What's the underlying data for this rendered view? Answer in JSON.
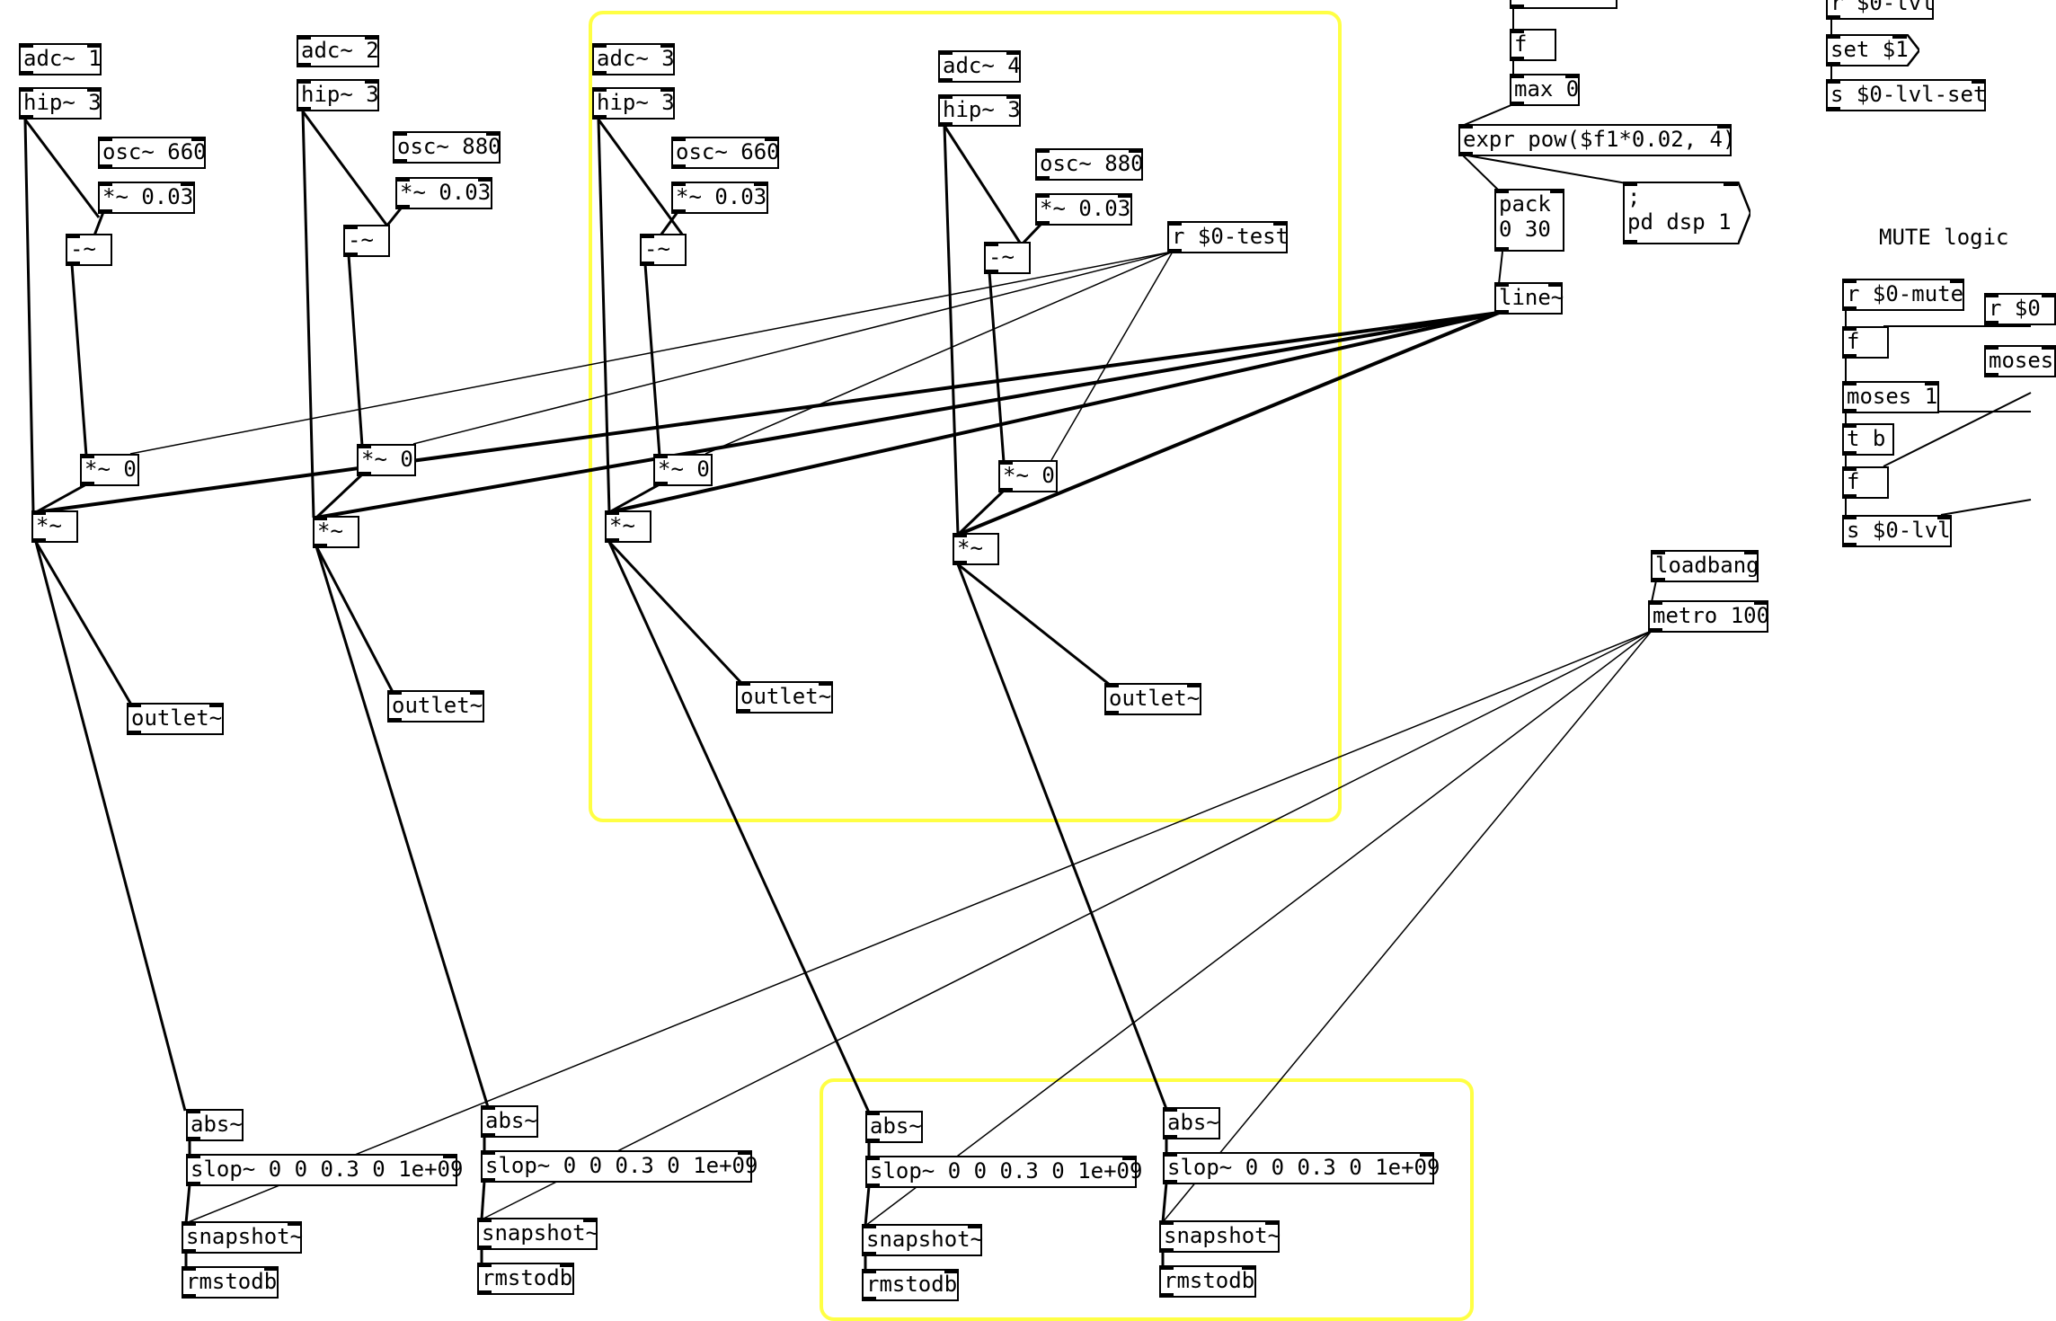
{
  "patch": {
    "highlight_color": "#ffff44",
    "wire_color": "#000000",
    "comments": {
      "mute_logic": "MUTE logic"
    },
    "objects": {
      "top_partial": "",
      "f_top": "f",
      "r_lvl": "r $0-lvl",
      "set1_msg": "set $1",
      "s_lvl_set": "s $0-lvl-set",
      "adc1": "adc~ 1",
      "hip1": "hip~ 3",
      "osc1": "osc~ 660",
      "mul_osc1": "*~ 0.03",
      "minus1": "-~",
      "mulgate1": "*~ 0",
      "mul1": "*~",
      "outlet1": "outlet~",
      "adc2": "adc~ 2",
      "hip2": "hip~ 3",
      "osc2": "osc~ 880",
      "mul_osc2": "*~ 0.03",
      "minus2": "-~",
      "mulgate2": "*~ 0",
      "mul2": "*~",
      "outlet2": "outlet~",
      "adc3": "adc~ 3",
      "hip3": "hip~ 3",
      "osc3": "osc~ 660",
      "mul_osc3": "*~ 0.03",
      "minus3": "-~",
      "mulgate3": "*~ 0",
      "mul3": "*~",
      "outlet3": "outlet~",
      "adc4": "adc~ 4",
      "hip4": "hip~ 3",
      "osc4": "osc~ 880",
      "mul_osc4": "*~ 0.03",
      "minus4": "-~",
      "mulgate4": "*~ 0",
      "mul4": "*~",
      "outlet4": "outlet~",
      "r_test": "r $0-test",
      "max0": "max 0",
      "expr": "expr pow($f1*0.02, 4)",
      "pack_line1": "pack",
      "pack_line2": "0 30",
      "dsp_msg_line1": ";",
      "dsp_msg_line2": "pd dsp 1",
      "line": "line~",
      "r_mute": "r $0-mute",
      "r_partial": "r $0",
      "f_mute": "f",
      "moses_partial": "moses",
      "moses1": "moses 1",
      "tb": "t b",
      "f_mute2": "f",
      "s_lvl": "s $0-lvl",
      "loadbang": "loadbang",
      "metro": "metro 100",
      "abs1": "abs~",
      "slop1": "slop~ 0 0 0.3 0 1e+09",
      "snapshot1": "snapshot~",
      "rmstodb1": "rmstodb",
      "abs2": "abs~",
      "slop2": "slop~ 0 0 0.3 0 1e+09",
      "snapshot2": "snapshot~",
      "rmstodb2": "rmstodb",
      "abs3": "abs~",
      "slop3": "slop~ 0 0 0.3 0 1e+09",
      "snapshot3": "snapshot~",
      "rmstodb3": "rmstodb",
      "abs4": "abs~",
      "slop4": "slop~ 0 0 0.3 0 1e+09",
      "snapshot4": "snapshot~",
      "rmstodb4": "rmstodb"
    }
  }
}
